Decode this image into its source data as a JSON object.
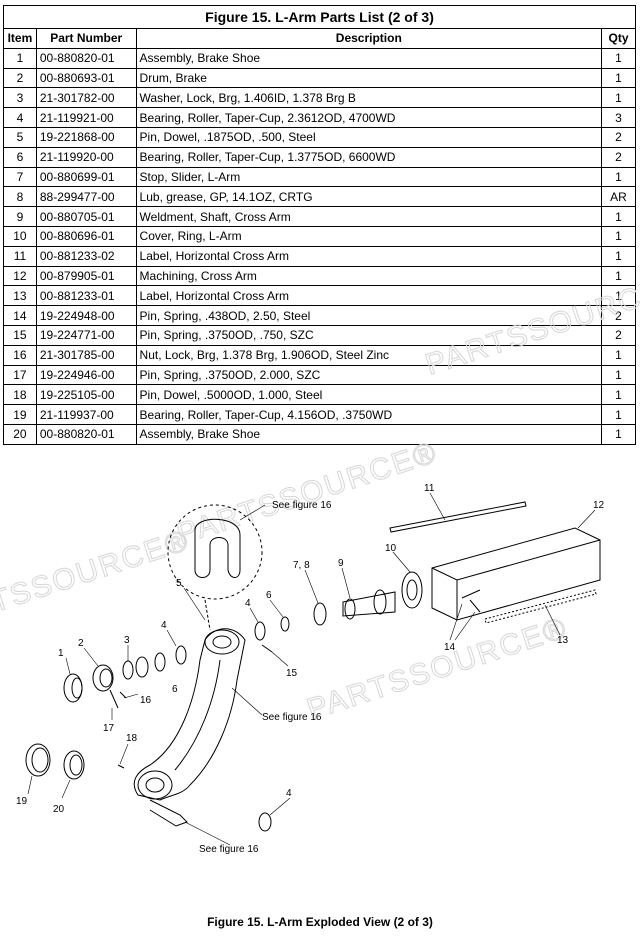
{
  "table": {
    "title": "Figure 15.  L-Arm Parts List (2 of 3)",
    "headers": {
      "item": "Item",
      "part_number": "Part Number",
      "description": "Description",
      "qty": "Qty"
    },
    "rows": [
      {
        "item": "1",
        "part_number": "00-880820-01",
        "description": "Assembly, Brake Shoe",
        "qty": "1"
      },
      {
        "item": "2",
        "part_number": "00-880693-01",
        "description": "Drum, Brake",
        "qty": "1"
      },
      {
        "item": "3",
        "part_number": "21-301782-00",
        "description": "Washer, Lock, Brg, 1.406ID, 1.378 Brg B",
        "qty": "1"
      },
      {
        "item": "4",
        "part_number": "21-119921-00",
        "description": "Bearing, Roller, Taper-Cup,  2.3612OD, 4700WD",
        "qty": "3"
      },
      {
        "item": "5",
        "part_number": "19-221868-00",
        "description": "Pin, Dowel, .1875OD, .500, Steel",
        "qty": "2"
      },
      {
        "item": "6",
        "part_number": "21-119920-00",
        "description": "Bearing, Roller, Taper-Cup,  1.3775OD, 6600WD",
        "qty": "2"
      },
      {
        "item": "7",
        "part_number": "00-880699-01",
        "description": "Stop, Slider, L-Arm",
        "qty": "1"
      },
      {
        "item": "8",
        "part_number": "88-299477-00",
        "description": "Lub, grease, GP, 14.1OZ, CRTG",
        "qty": "AR"
      },
      {
        "item": "9",
        "part_number": "00-880705-01",
        "description": "Weldment, Shaft, Cross Arm",
        "qty": "1"
      },
      {
        "item": "10",
        "part_number": "00-880696-01",
        "description": "Cover, Ring, L-Arm",
        "qty": "1"
      },
      {
        "item": "11",
        "part_number": "00-881233-02",
        "description": "Label, Horizontal Cross Arm",
        "qty": "1"
      },
      {
        "item": "12",
        "part_number": "00-879905-01",
        "description": "Machining, Cross Arm",
        "qty": "1"
      },
      {
        "item": "13",
        "part_number": "00-881233-01",
        "description": "Label, Horizontal Cross Arm",
        "qty": "1"
      },
      {
        "item": "14",
        "part_number": "19-224948-00",
        "description": "Pin, Spring, .438OD, 2.50, Steel",
        "qty": "2"
      },
      {
        "item": "15",
        "part_number": "19-224771-00",
        "description": "Pin, Spring, .3750OD, .750, SZC",
        "qty": "2"
      },
      {
        "item": "16",
        "part_number": "21-301785-00",
        "description": "Nut, Lock, Brg, 1.378 Brg, 1.906OD, Steel Zinc",
        "qty": "1"
      },
      {
        "item": "17",
        "part_number": "19-224946-00",
        "description": "Pin, Spring, .3750OD, 2.000, SZC",
        "qty": "1"
      },
      {
        "item": "18",
        "part_number": "19-225105-00",
        "description": "Pin, Dowel, .5000OD, 1.000, Steel",
        "qty": "1"
      },
      {
        "item": "19",
        "part_number": "21-119937-00",
        "description": "Bearing, Roller, Taper-Cup, 4.156OD, .3750WD",
        "qty": "1"
      },
      {
        "item": "20",
        "part_number": "00-880820-01",
        "description": "Assembly, Brake Shoe",
        "qty": "1"
      }
    ]
  },
  "diagram": {
    "callouts": [
      "1",
      "2",
      "3",
      "4",
      "4",
      "4",
      "5",
      "6",
      "6",
      "7, 8",
      "9",
      "10",
      "11",
      "12",
      "13",
      "14",
      "15",
      "16",
      "17",
      "18",
      "19",
      "20"
    ],
    "see_figure_labels": [
      "See figure 16",
      "See figure 16",
      "See figure 16"
    ]
  },
  "watermark": "PARTSSOURCE®",
  "caption": "Figure 15.  L-Arm Exploded View (2 of 3)"
}
